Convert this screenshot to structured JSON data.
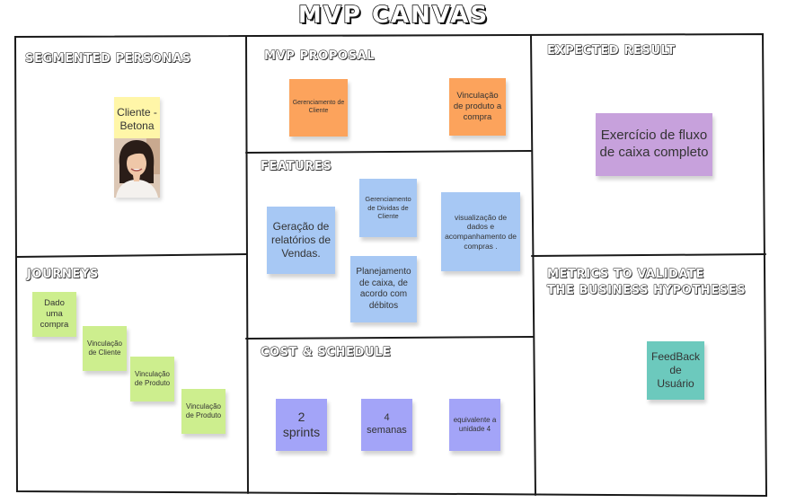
{
  "title": "MVP CANVAS",
  "sections": {
    "personas": "SEGMENTED PERSONAS",
    "proposal": "MVP PROPOSAL",
    "result": "EXPECTED RESULT",
    "features": "FEATURES",
    "journeys": "JOURNEYS",
    "metrics_line1": "METRICS TO VALIDATE",
    "metrics_line2": "THE BUSINESS HYPOTHESES",
    "cost": "COST & SCHEDULE"
  },
  "persona": {
    "label": "Cliente -Betona",
    "photo_icon": "woman-portrait-photo"
  },
  "proposal_notes": [
    "Gerenciamento de Cliente",
    "Vinculação de produto a compra"
  ],
  "result_note": "Exercício de fluxo de caixa completo",
  "feature_notes": [
    "Geração de relatórios de Vendas.",
    "Gerenciamento de Dividas de Cliente",
    "visualização de dados e acompanhamento de compras .",
    "Planejamento de caixa, de acordo com débitos"
  ],
  "journey_notes": [
    "Dado uma compra",
    "Vinculação de Cliente",
    "Vinculação de Produto",
    "Vinculação de Produto"
  ],
  "metrics_note": "FeedBack de Usuário",
  "cost_notes": [
    "2 sprints",
    "4 semanas",
    "equivalente a unidade 4"
  ],
  "colors": {
    "orange": "#fca35c",
    "blue": "#a7c8f4",
    "purple": "#c7a1dc",
    "teal": "#6cc9bd",
    "periwinkle": "#a3a4f8",
    "green": "#cdee8e",
    "yellow": "#fff6a8"
  }
}
